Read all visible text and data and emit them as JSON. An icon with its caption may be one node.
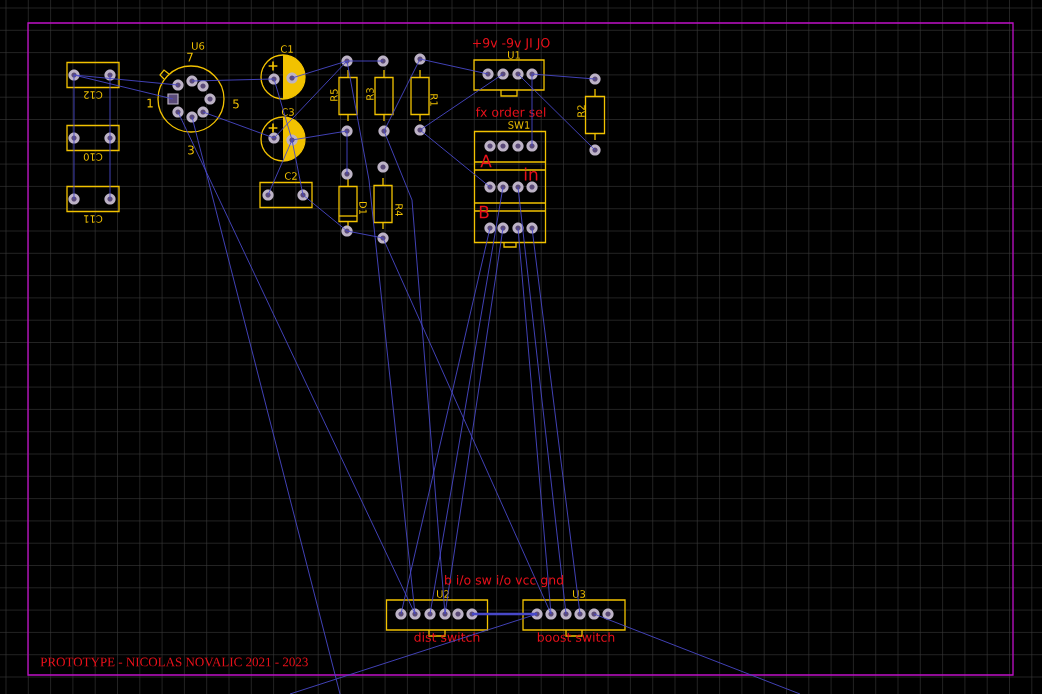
{
  "diagram": {
    "nodes": [
      {
        "text": [
          "C12"
        ]
      },
      {
        "text": [
          "C10"
        ]
      },
      {
        "text": [
          "C11"
        ]
      },
      {
        "text": [
          "U6"
        ],
        "beside": [
          "7",
          "1",
          "5",
          "3"
        ]
      },
      {
        "text": [
          "C1",
          "+"
        ]
      },
      {
        "text": [
          "C3",
          "+"
        ]
      },
      {
        "text": [
          "C2"
        ]
      },
      {
        "text": [
          "R5"
        ]
      },
      {
        "text": [
          "R3"
        ]
      },
      {
        "text": [
          "R1"
        ]
      },
      {
        "text": [
          "D1"
        ]
      },
      {
        "text": [
          "R4"
        ]
      },
      {
        "text": [
          "U1"
        ],
        "beside": [
          "+9v -9v JI JO"
        ]
      },
      {
        "text": [
          "R2"
        ]
      },
      {
        "text": [
          "SW1",
          "A",
          "in",
          "B"
        ],
        "beside": [
          "fx order sel"
        ]
      },
      {
        "text": [
          "U2"
        ],
        "beside": [
          "dist switch"
        ]
      },
      {
        "text": [
          "U3"
        ],
        "beside": [
          "boost switch"
        ]
      }
    ],
    "edges": [
      {
        "from": 0,
        "to": 3,
        "arrow": "none"
      },
      {
        "from": 0,
        "to": 3,
        "arrow": "none"
      },
      {
        "from": 0,
        "to": 1,
        "arrow": "none"
      },
      {
        "from": 0,
        "to": 1,
        "arrow": "none"
      },
      {
        "from": 1,
        "to": 2,
        "arrow": "none"
      },
      {
        "from": 1,
        "to": 2,
        "arrow": "none"
      },
      {
        "from": 3,
        "to": 4,
        "arrow": "none"
      },
      {
        "from": 3,
        "to": 5,
        "arrow": "none"
      },
      {
        "from": 4,
        "to": 7,
        "arrow": "none"
      },
      {
        "from": 4,
        "to": 5,
        "arrow": "none"
      },
      {
        "from": 5,
        "to": 6,
        "arrow": "none"
      },
      {
        "from": 5,
        "to": 7,
        "arrow": "none"
      },
      {
        "from": 5,
        "to": 7,
        "arrow": "none"
      },
      {
        "from": 5,
        "to": 6,
        "arrow": "none"
      },
      {
        "from": 6,
        "to": 10,
        "arrow": "none"
      },
      {
        "from": 10,
        "to": 11,
        "arrow": "none"
      },
      {
        "from": 7,
        "to": 8,
        "arrow": "none"
      },
      {
        "from": 7,
        "to": 15,
        "arrow": "none"
      },
      {
        "from": 8,
        "to": 9,
        "arrow": "none"
      },
      {
        "from": 7,
        "to": 10,
        "arrow": "none"
      },
      {
        "from": 9,
        "to": 12,
        "arrow": "none"
      },
      {
        "from": 9,
        "to": 12,
        "arrow": "none"
      },
      {
        "from": 9,
        "to": 14,
        "arrow": "none"
      },
      {
        "from": 12,
        "to": 13,
        "arrow": "none"
      },
      {
        "from": 12,
        "to": 13,
        "arrow": "none"
      },
      {
        "from": 12,
        "to": 14,
        "arrow": "none"
      },
      {
        "from": 14,
        "to": 15,
        "arrow": "none"
      },
      {
        "from": 14,
        "to": 16,
        "arrow": "none"
      },
      {
        "from": 14,
        "to": 15,
        "arrow": "none"
      },
      {
        "from": 14,
        "to": 16,
        "arrow": "none"
      },
      {
        "from": 14,
        "to": 15,
        "arrow": "none"
      },
      {
        "from": 14,
        "to": 16,
        "arrow": "none"
      },
      {
        "from": 15,
        "to": 16,
        "arrow": "none",
        "style": "thick"
      },
      {
        "from": 3,
        "to": 15,
        "arrow": "none"
      },
      {
        "from": 3,
        "to": null,
        "arrow": "none"
      },
      {
        "from": 8,
        "to": 15,
        "arrow": "none"
      },
      {
        "from": null,
        "to": 16,
        "arrow": "none"
      },
      {
        "from": 16,
        "to": null,
        "arrow": "none"
      },
      {
        "from": 11,
        "to": 16,
        "arrow": "none"
      }
    ],
    "labels": [
      "b i/o sw i/o vcc  gnd",
      "PROTOTYPE - NICOLAS NOVALIC 2021 - 2023"
    ]
  }
}
